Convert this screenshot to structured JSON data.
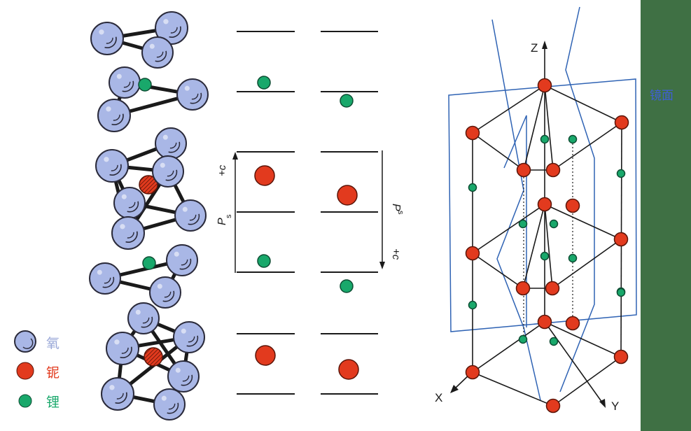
{
  "colors": {
    "oxygen_fill": "#a9b7e6",
    "oxygen_stroke": "#2a2a3a",
    "niobium_fill": "#e23a1e",
    "niobium_stroke": "#5a1408",
    "lithium_fill": "#19a86b",
    "lithium_stroke": "#0d4d33",
    "plane_line": "#2f63b4",
    "green_bar": "#3f7044",
    "oxygen_text": "#9aa8d8",
    "niobium_text": "#e23a1e",
    "lithium_text": "#19a86b",
    "mirror_text": "#3f5fd6"
  },
  "legend": {
    "oxygen": "氧",
    "niobium": "铌",
    "lithium": "锂"
  },
  "polarization": {
    "left": {
      "c_label": "+c",
      "p_label": "P",
      "p_sub": "s"
    },
    "right": {
      "c_label": "+c",
      "p_label": "P",
      "p_sub": "s"
    }
  },
  "lattice": {
    "axis_z": "Z",
    "axis_x": "X",
    "axis_y": "Y",
    "mirror_plane": "镜面"
  }
}
